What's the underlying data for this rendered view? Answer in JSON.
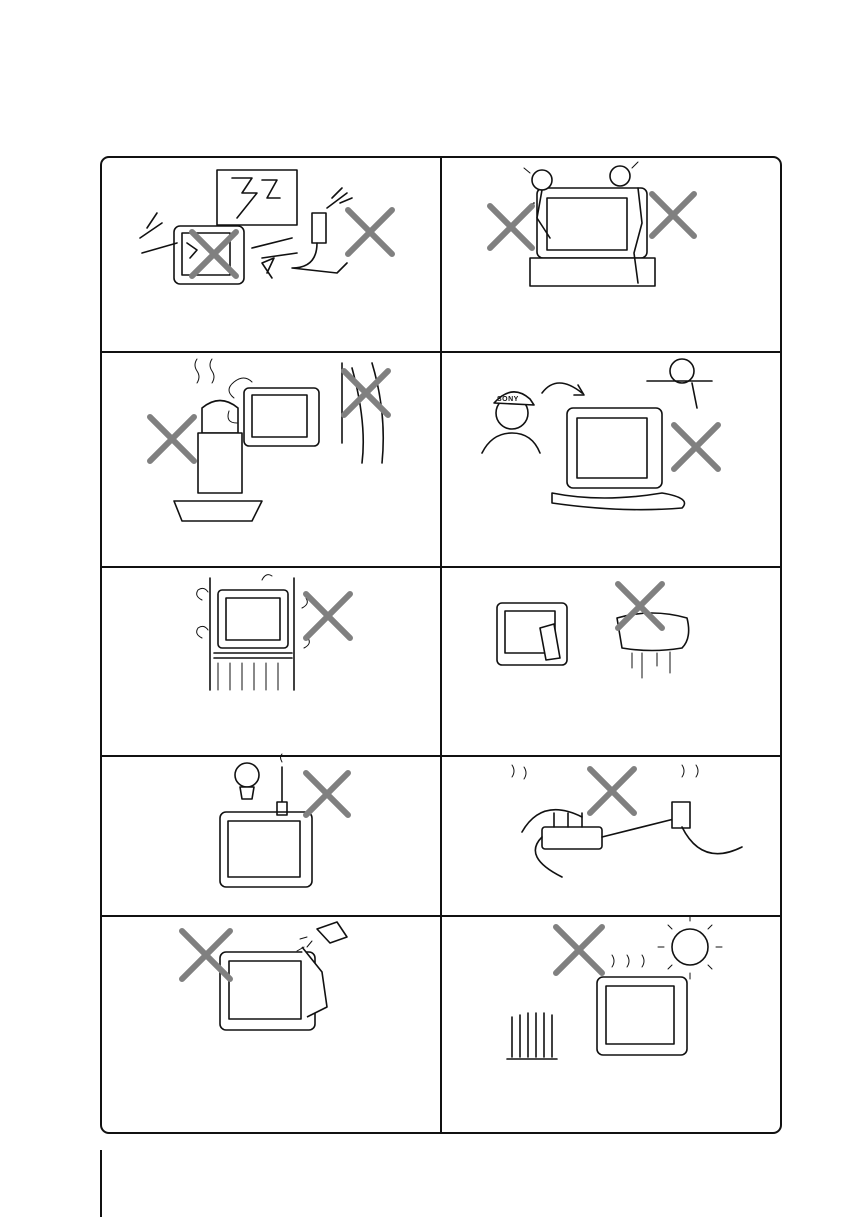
{
  "document": {
    "section": "safety-precautions-illustrations",
    "logo_text": "SONY"
  },
  "colors": {
    "cross": "#808080",
    "line": "#111111",
    "background": "#ffffff"
  },
  "panels": [
    {
      "scene": "lightning-storm",
      "icon": "cross-icon"
    },
    {
      "scene": "children-climbing-tv",
      "icon": "cross-icon"
    },
    {
      "scene": "steam-humidity",
      "icon": "cross-icon"
    },
    {
      "scene": "liquid-spill-call-service",
      "icon": "cross-icon"
    },
    {
      "scene": "enclosed-shelf-ventilation",
      "icon": "cross-icon"
    },
    {
      "scene": "wet-cloth-cleaning",
      "icon": "cross-icon"
    },
    {
      "scene": "objects-on-tv",
      "icon": "cross-icon"
    },
    {
      "scene": "overloaded-outlet",
      "icon": "cross-icon"
    },
    {
      "scene": "spraying-liquid",
      "icon": "cross-icon"
    },
    {
      "scene": "heat-sunlight",
      "icon": "cross-icon"
    }
  ]
}
